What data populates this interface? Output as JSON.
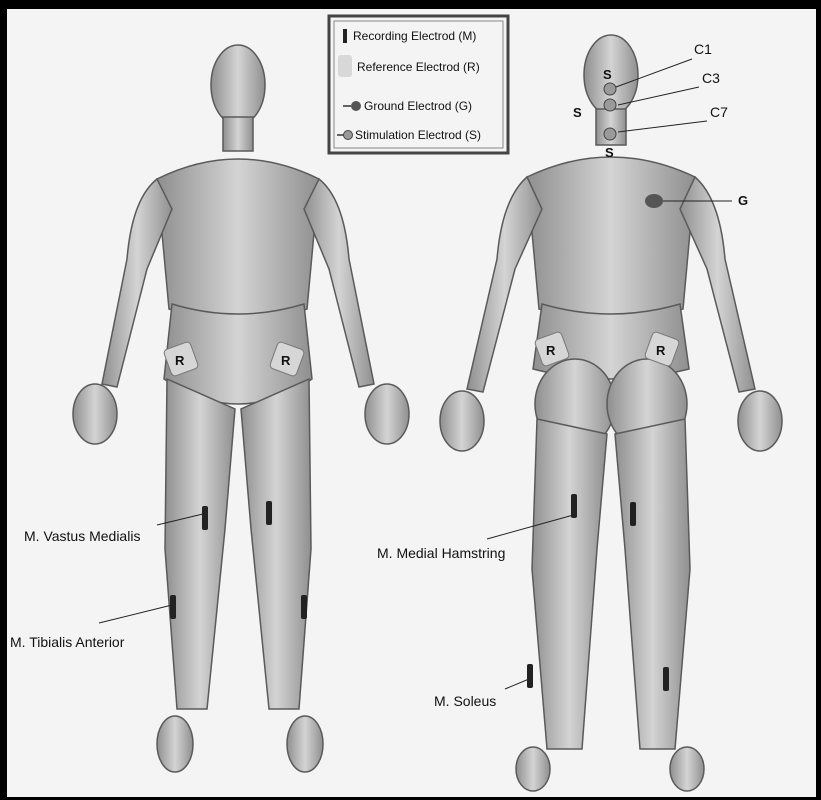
{
  "legend": {
    "items": [
      {
        "label": "Recording Electrod (M)",
        "icon": "recording-electrode-icon"
      },
      {
        "label": "Reference Electrod (R)",
        "icon": "reference-electrode-icon"
      },
      {
        "label": "Ground Electrod (G)",
        "icon": "ground-electrode-icon"
      },
      {
        "label": "Stimulation Electrod (S)",
        "icon": "stimulation-electrode-icon"
      }
    ]
  },
  "front": {
    "reference_marks": [
      "R",
      "R"
    ],
    "labels": {
      "vastus": "M. Vastus Medialis",
      "tibialis": "M. Tibialis Anterior"
    }
  },
  "back": {
    "reference_marks": [
      "R",
      "R"
    ],
    "stim_marks": [
      "S",
      "S",
      "S"
    ],
    "labels": {
      "c1": "C1",
      "c3": "C3",
      "c7": "C7",
      "ground": "G",
      "hamstring": "M. Medial Hamstring",
      "soleus": "M. Soleus"
    }
  },
  "colors": {
    "body_fill": "#b9b9b9",
    "body_stroke": "#5a5a5a",
    "electrode": "#222222",
    "reference_pad": "#d6d6d6",
    "background": "#f4f4f4",
    "frame": "#000000"
  }
}
